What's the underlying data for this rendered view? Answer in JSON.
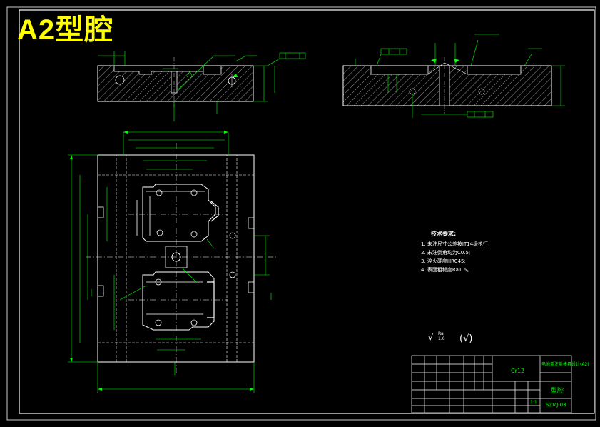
{
  "sheet": {
    "title": "A2型腔"
  },
  "technical_requirements": {
    "heading": "技术要求:",
    "items": [
      "1. 未注尺寸公差按IT14级执行;",
      "2. 未注倒角均为C0.5;",
      "3. 淬火硬度HRC45;",
      "4. 表面粗糙度Ra1.6。"
    ]
  },
  "roughness": {
    "value": "Ra 1.6",
    "paren": "(√)"
  },
  "title_block": {
    "material": "Cr12",
    "part_name": "型腔",
    "project": "电池盖注射模具设计(A2)",
    "drawing_no": "SZMJ-03",
    "scale": "1:1"
  },
  "colors": {
    "frame": "#ffffff",
    "outline": "#ffffff",
    "dimension": "#00ff00",
    "centerline": "#ffffff",
    "title": "#ffff00"
  }
}
